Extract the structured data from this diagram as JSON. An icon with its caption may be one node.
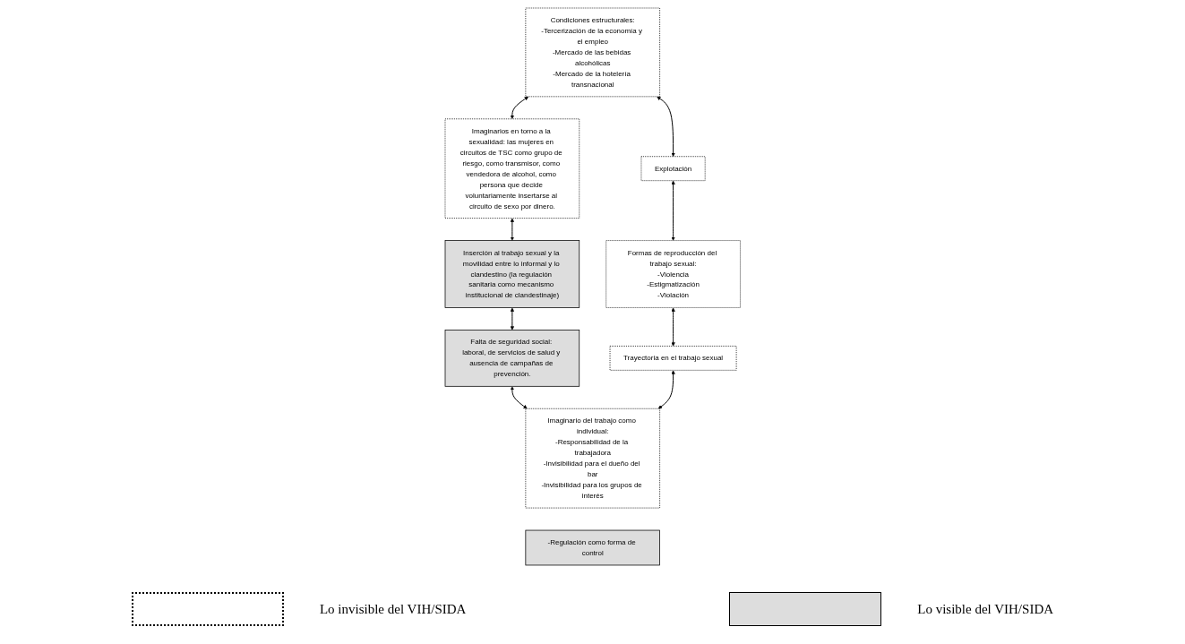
{
  "diagram": {
    "nodes": [
      {
        "text": [
          "Condiciones estructurales:",
          "-Tercerización de la economía y el empleo",
          "-Mercado de las bebidas alcohólicas",
          "-Mercado de la hotelería transnacional"
        ]
      },
      {
        "text": [
          "Imaginarios en torno a la sexualidad: las mujeres en circuitos de TSC como grupo de riesgo, como transmisor, como vendedora de alcohol, como persona que decide voluntariamente insertarse al circuito de sexo por dinero."
        ]
      },
      {
        "text": [
          "Inserción al trabajo sexual y la movilidad entre lo informal y lo clandestino (la regulación sanitaria como mecanismo institucional de clandestinaje)"
        ]
      },
      {
        "text": [
          "Explotación"
        ]
      },
      {
        "text": [
          "Falta de seguridad social: laboral, de servicios de salud y ausencia de campañas de prevención."
        ]
      },
      {
        "text": [
          "Formas de reproducción del trabajo sexual:",
          "-Violencia",
          "-Estigmatización",
          "-Violación"
        ]
      },
      {
        "text": [
          "Trayectoria en el trabajo sexual"
        ]
      },
      {
        "text": [
          "Imaginario del trabajo como individual:",
          "-Responsabilidad de la trabajadora",
          "-Invisibilidad para el dueño del bar",
          "-Invisibilidad para los grupos de interés"
        ]
      },
      {
        "text": [
          "-Regulación como forma de control"
        ]
      }
    ],
    "edges": [
      {
        "from": 0,
        "to": 1,
        "arrow": "both"
      },
      {
        "from": 1,
        "to": 2,
        "arrow": "both"
      },
      {
        "from": 0,
        "to": 3,
        "arrow": "both"
      },
      {
        "from": 2,
        "to": 4,
        "arrow": "both"
      },
      {
        "from": 3,
        "to": 5,
        "arrow": "both"
      },
      {
        "from": 4,
        "to": 7,
        "arrow": "both"
      },
      {
        "from": 5,
        "to": 6,
        "arrow": "both"
      },
      {
        "from": 6,
        "to": 7,
        "arrow": "both"
      }
    ],
    "legend": [
      {
        "text": "Lo invisible del VIH/SIDA",
        "color": "#ffffff"
      },
      {
        "text": "Lo visible del VIH/SIDA",
        "color": "#dddddd"
      }
    ]
  }
}
